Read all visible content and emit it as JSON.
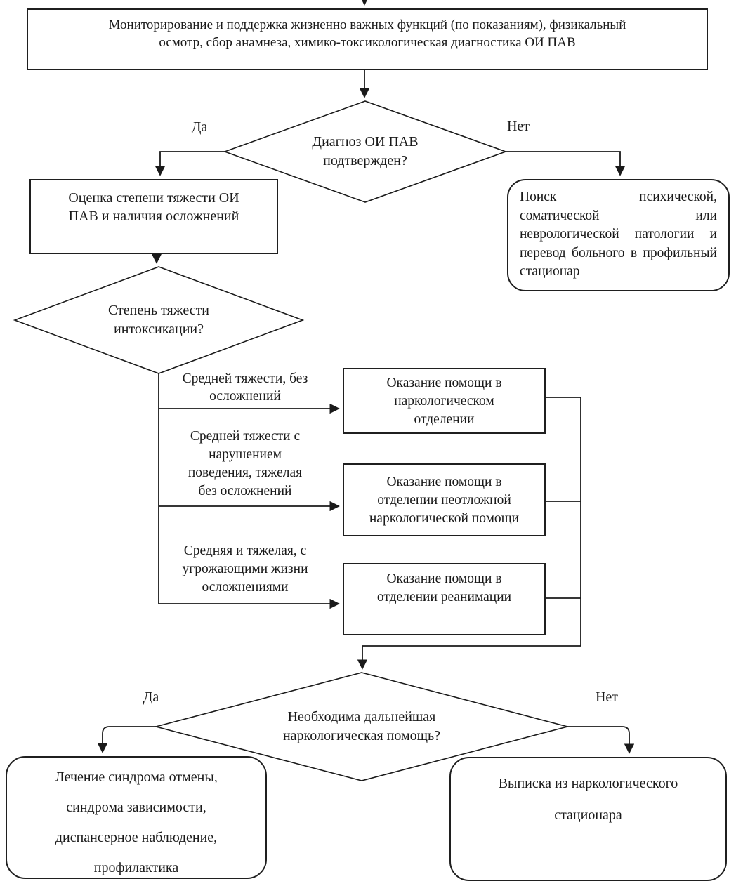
{
  "diagram": {
    "monitoring_box": "Мониторирование и поддержка жизненно важных функций (по показаниям), физикальный\nосмотр, сбор анамнеза, химико-токсикологическая диагностика ОИ ПАВ",
    "decision_diagnosis": "Диагноз ОИ ПАВ\nподтвержден?",
    "label_yes_1": "Да",
    "label_no_1": "Нет",
    "assessment_box": "Оценка степени тяжести ОИ\nПАВ и наличия осложнений",
    "pathology_box": "Поиск психической, соматической или неврологической патологии и перевод больного в профильный стационар",
    "decision_severity": "Степень тяжести\nинтоксикации?",
    "branch_moderate": "Средней тяжести, без\nосложнений",
    "branch_moderate_behavior": "Средней тяжести с\nнарушением\nповедения, тяжелая\nбез осложнений",
    "branch_severe": "Средняя и тяжелая, с\nугрожающими жизни\nосложнениями",
    "narcology_box": "Оказание помощи в\nнаркологическом\nотделении",
    "emergency_box": "Оказание помощи в\nотделении неотложной\nнаркологической помощи",
    "icu_box": "Оказание помощи в\nотделении реанимации",
    "decision_further_care": "Необходима дальнейшая\nнаркологическая помощь?",
    "label_yes_2": "Да",
    "label_no_2": "Нет",
    "treatment_box": "Лечение синдрома отмены,\nсиндрома зависимости,\nдиспансерное наблюдение,\nпрофилактика",
    "discharge_box": "Выписка из наркологического\nстационара",
    "line_color": "#1a1a1a",
    "background_color": "#ffffff"
  }
}
